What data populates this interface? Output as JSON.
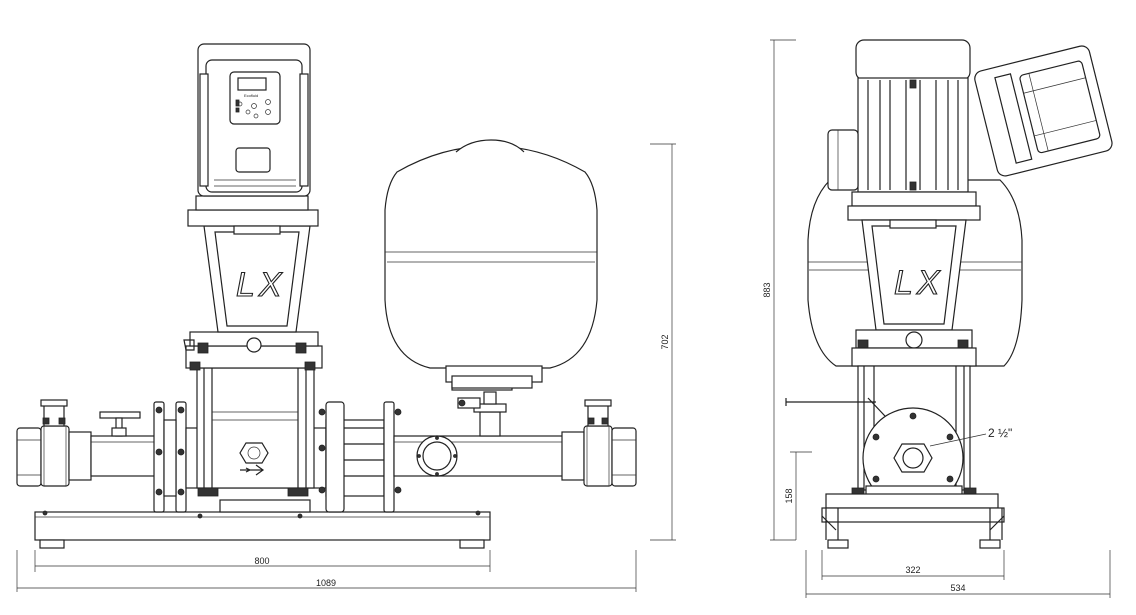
{
  "front_view": {
    "pump_label": "LX",
    "panel_brand": "Ecofluid",
    "dimensions": {
      "base_length": "800",
      "overall_length": "1089",
      "height": "702"
    }
  },
  "side_view": {
    "pump_label": "LX",
    "connection_size": "2 ½\"",
    "dimensions": {
      "overall_height": "883",
      "outlet_height": "158",
      "base_width": "322",
      "overall_width": "534"
    }
  }
}
